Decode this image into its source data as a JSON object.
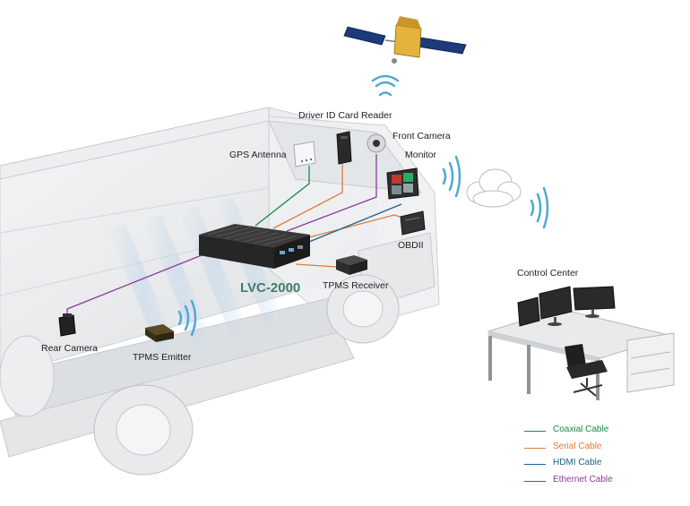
{
  "labels": {
    "driver_id_card_reader": "Driver ID Card Reader",
    "gps_antenna": "GPS Antenna",
    "front_camera": "Front Camera",
    "monitor": "Monitor",
    "obdii": "OBDII",
    "lvc_2000": "LVC-2000",
    "tpms_receiver": "TPMS Receiver",
    "rear_camera": "Rear Camera",
    "tpms_emitter": "TPMS Emitter",
    "control_center": "Control Center"
  },
  "legend": [
    {
      "label": "Coaxial Cable",
      "color": "#1a8a4a"
    },
    {
      "label": "Serial Cable",
      "color": "#e07b39"
    },
    {
      "label": "HDMI Cable",
      "color": "#1f5f8b"
    },
    {
      "label": "Ethernet Cable",
      "color": "#8a3a9a"
    }
  ],
  "colors": {
    "coaxial": "#1a8a4a",
    "serial": "#e07b39",
    "hdmi": "#1f5f8b",
    "ethernet": "#8a3a9a",
    "wireless": "#4fa8d8",
    "product_label": "#3e7d6a"
  }
}
